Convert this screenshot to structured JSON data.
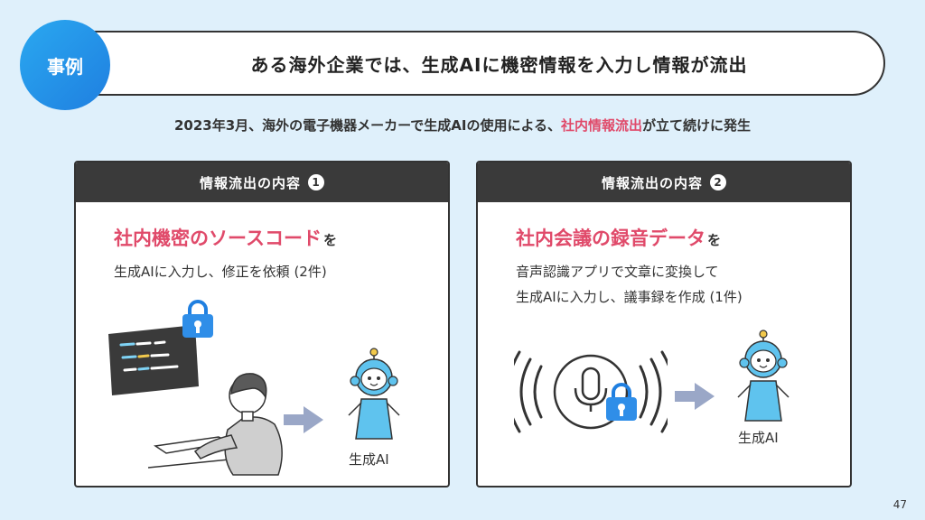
{
  "header": {
    "badge": "事例",
    "title": "ある海外企業では、生成AIに機密情報を入力し情報が流出"
  },
  "subtitle": {
    "before": "2023年3月、海外の電子機器メーカーで生成AIの使用による、",
    "highlight": "社内情報流出",
    "after": "が立て続けに発生"
  },
  "cards": [
    {
      "title": "情報流出の内容",
      "number": "1",
      "headline": "社内機密のソースコード",
      "headline_tail": "を",
      "lines": [
        "生成AIに入力し、修正を依頼 (2件)"
      ],
      "ai_label": "生成AI"
    },
    {
      "title": "情報流出の内容",
      "number": "2",
      "headline": "社内会議の録音データ",
      "headline_tail": "を",
      "lines": [
        "音声認識アプリで文章に変換して",
        "生成AIに入力し、議事録を作成 (1件)"
      ],
      "ai_label": "生成AI"
    }
  ],
  "page_number": "47",
  "colors": {
    "accent": "#1f7fe0",
    "highlight": "#e04a6a",
    "dark": "#3a3a3a",
    "background": "#dff0fb"
  }
}
